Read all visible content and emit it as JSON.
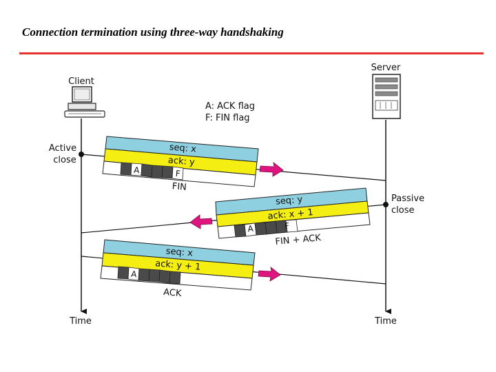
{
  "slide": {
    "title": "Connection termination using three-way handshaking"
  },
  "diagram": {
    "client_label": "Client",
    "server_label": "Server",
    "legend": {
      "ack": "A: ACK flag",
      "fin": "F: FIN flag"
    },
    "client_state": [
      "Active",
      "close"
    ],
    "server_state": [
      "Passive",
      "close"
    ],
    "time_label_client": "Time",
    "time_label_server": "Time",
    "segments": [
      {
        "direction": "client-to-server",
        "seq": "seq: x",
        "ack": "ack: y",
        "flags": [
          "A",
          "",
          "",
          "",
          "F",
          ""
        ],
        "caption": "FIN"
      },
      {
        "direction": "server-to-client",
        "seq": "seq: y",
        "ack": "ack: x + 1",
        "flags": [
          "A",
          "",
          "",
          "",
          "F",
          ""
        ],
        "caption": "FIN + ACK"
      },
      {
        "direction": "client-to-server",
        "seq": "seq: x",
        "ack": "ack: y + 1",
        "flags": [
          "A",
          "",
          "",
          "",
          "",
          ""
        ],
        "caption": "ACK"
      }
    ],
    "colors": {
      "seq_band": "#8ecfe0",
      "ack_band": "#f4ee12",
      "arrow": "#e0147e",
      "title_rule": "#e53030",
      "flag_dark": "#4a4a4a",
      "flag_light": "#ffffff"
    }
  }
}
